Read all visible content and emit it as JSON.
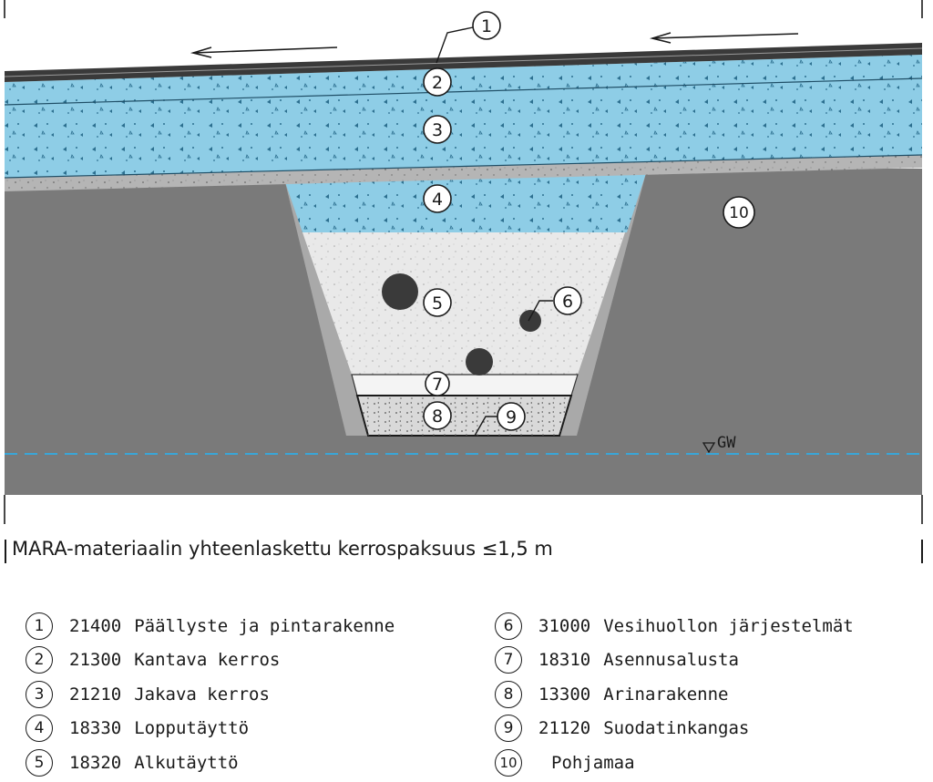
{
  "diagram": {
    "groundwater_label": "GW",
    "callouts": [
      "1",
      "2",
      "3",
      "4",
      "5",
      "6",
      "7",
      "8",
      "9",
      "10"
    ],
    "colors": {
      "pavement": "#3a3a3a",
      "base_aggregate": "#8ecde6",
      "natural_ground": "#7a7a7a",
      "initial_fill": "#e9e9e9",
      "pipe": "#3a3a3a",
      "groundwater_line": "#3aa6d8"
    }
  },
  "caption": "MARA-materiaalin yhteenlaskettu kerrospaksuus ≤1,5 m",
  "legend": {
    "left": [
      {
        "num": "1",
        "code": "21400",
        "label": "Päällyste ja pintarakenne"
      },
      {
        "num": "2",
        "code": "21300",
        "label": "Kantava kerros"
      },
      {
        "num": "3",
        "code": "21210",
        "label": "Jakava kerros"
      },
      {
        "num": "4",
        "code": "18330",
        "label": "Lopputäyttö"
      },
      {
        "num": "5",
        "code": "18320",
        "label": "Alkutäyttö"
      }
    ],
    "right": [
      {
        "num": "6",
        "code": "31000",
        "label": "Vesihuollon järjestelmät"
      },
      {
        "num": "7",
        "code": "18310",
        "label": "Asennusalusta"
      },
      {
        "num": "8",
        "code": "13300",
        "label": "Arinarakenne"
      },
      {
        "num": "9",
        "code": "21120",
        "label": "Suodatinkangas"
      },
      {
        "num": "10",
        "code": "",
        "label": "Pohjamaa"
      }
    ]
  }
}
